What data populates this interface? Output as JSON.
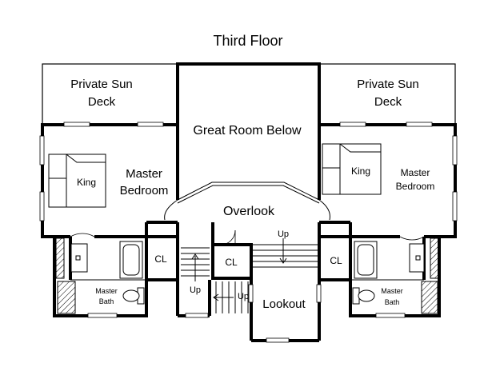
{
  "title": "Third Floor",
  "rooms": {
    "deck_left_line1": "Private Sun",
    "deck_left_line2": "Deck",
    "deck_right_line1": "Private Sun",
    "deck_right_line2": "Deck",
    "great_room": "Great Room Below",
    "overlook": "Overlook",
    "master_left_line1": "Master",
    "master_left_line2": "Bedroom",
    "master_right_line1": "Master",
    "master_right_line2": "Bedroom",
    "bed_left": "King",
    "bed_right": "King",
    "closet_left": "CL",
    "closet_center": "CL",
    "closet_right": "CL",
    "bath_left_line1": "Master",
    "bath_left_line2": "Bath",
    "bath_right_line1": "Master",
    "bath_right_line2": "Bath",
    "lookout": "Lookout",
    "stair_up_left": "Up",
    "stair_up_bottom": "Up",
    "stair_up_right": "Up"
  }
}
